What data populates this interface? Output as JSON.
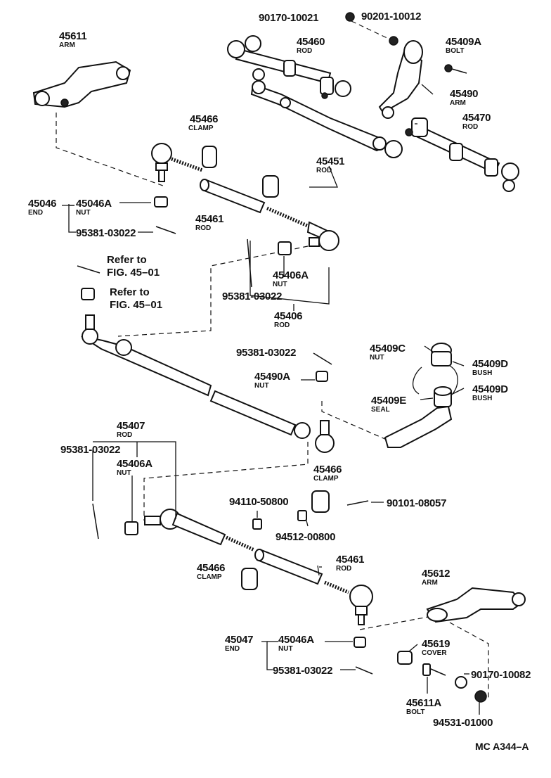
{
  "labels": {
    "p90170_10021": "90170-10021",
    "p90201_10012": "90201-10012",
    "p45611": "45611",
    "p45611_d": "ARM",
    "p45460": "45460",
    "p45460_d": "ROD",
    "p45409A": "45409A",
    "p45409A_d": "BOLT",
    "p45490": "45490",
    "p45490_d": "ARM",
    "p45470": "45470",
    "p45470_d": "ROD",
    "p45466a": "45466",
    "p45466a_d": "CLAMP",
    "p45451": "45451",
    "p45451_d": "ROD",
    "p45046": "45046",
    "p45046_d": "END",
    "p45046A_a": "45046A",
    "p45046A_a_d": "NUT",
    "p95381_a": "95381-03022",
    "p45461a": "45461",
    "p45461a_d": "ROD",
    "p45406A_a": "45406A",
    "p45406A_a_d": "NUT",
    "p95381_b": "95381-03022",
    "p45406": "45406",
    "p45406_d": "ROD",
    "p95381_c": "95381-03022",
    "p45409C": "45409C",
    "p45409C_d": "NUT",
    "p45409D_a": "45409D",
    "p45409D_a_d": "BUSH",
    "p45490A": "45490A",
    "p45490A_d": "NUT",
    "p45409E": "45409E",
    "p45409E_d": "SEAL",
    "p45409D_b": "45409D",
    "p45409D_b_d": "BUSH",
    "p45407": "45407",
    "p45407_d": "ROD",
    "p95381_d": "95381-03022",
    "p45406A_b": "45406A",
    "p45406A_b_d": "NUT",
    "p45466b": "45466",
    "p45466b_d": "CLAMP",
    "p94110": "94110-50800",
    "p90101": "90101-08057",
    "p94512": "94512-00800",
    "p45461b": "45461",
    "p45461b_d": "ROD",
    "p45466c": "45466",
    "p45466c_d": "CLAMP",
    "p45612": "45612",
    "p45612_d": "ARM",
    "p45047": "45047",
    "p45047_d": "END",
    "p45046A_b": "45046A",
    "p45046A_b_d": "NUT",
    "p45619": "45619",
    "p45619_d": "COVER",
    "p95381_e": "95381-03022",
    "p90170_10082": "90170-10082",
    "p45611A": "45611A",
    "p45611A_d": "BOLT",
    "p94531": "94531-01000"
  },
  "refs": {
    "refer_to_1": "Refer to",
    "fig_1": "FIG. 45–01",
    "refer_to_2": "Refer to",
    "fig_2": "FIG. 45–01"
  },
  "figure_code": "MC A344–A"
}
